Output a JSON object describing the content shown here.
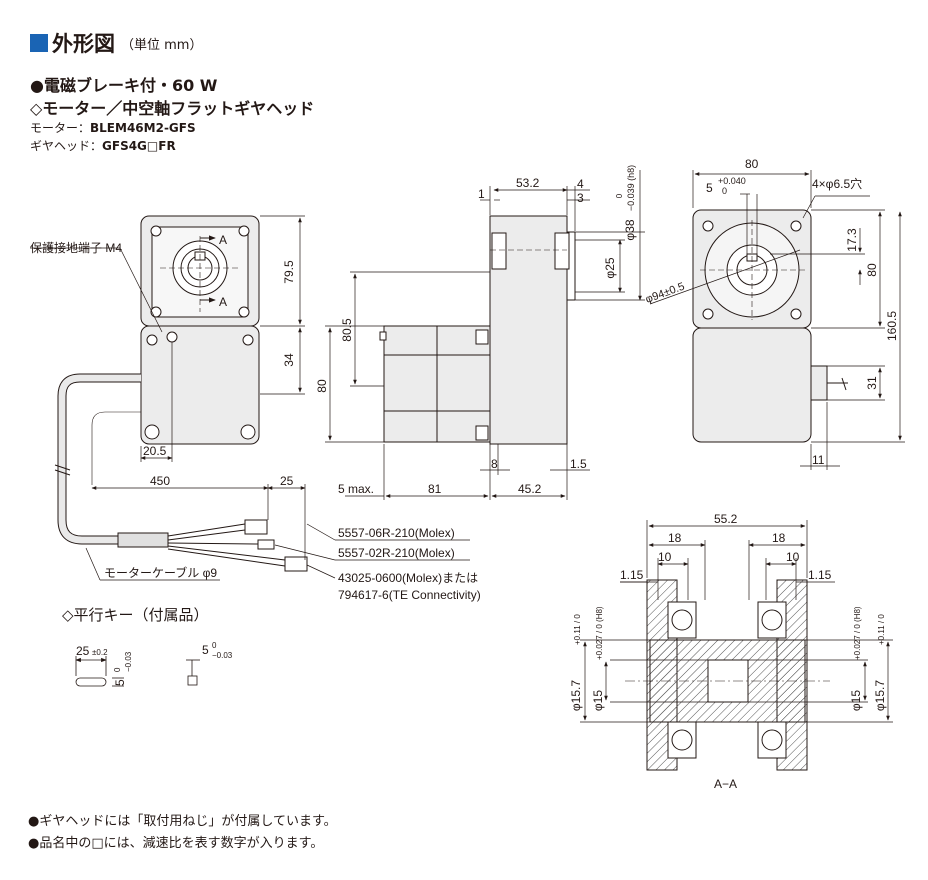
{
  "header": {
    "title": "外形図",
    "unit": "（単位 mm）",
    "bullet_title": "●電磁ブレーキ付・60 W",
    "subtitle": "◇モーター／中空軸フラットギヤヘッド",
    "motor_label": "モーター：",
    "motor_value": "BLEM46M2-GFS",
    "gear_label": "ギヤヘッド：",
    "gear_value": "GFS4G□FR"
  },
  "front_view": {
    "ground_label": "保護接地端子 M4",
    "section_a_top": "A",
    "section_a_bottom": "A",
    "dim_79_5": "79.5",
    "dim_34": "34",
    "dim_20_5": "20.5",
    "dim_450": "450",
    "dim_25": "25",
    "cable_label": "モーターケーブル φ9",
    "conn1": "5557-06R-210(Molex)",
    "conn2": "5557-02R-210(Molex)",
    "conn3a": "43025-0600(Molex)または",
    "conn3b": "794617-6(TE Connectivity)"
  },
  "side_view": {
    "dim_53_2": "53.2",
    "dim_1": "1",
    "dim_4": "4",
    "dim_3": "3",
    "dim_38": "φ38",
    "dim_38_tol": "0",
    "dim_38_tol2": "−0.039 (h8)",
    "dim_25": "φ25",
    "dim_80_5": "80.5",
    "dim_80": "80",
    "dim_8": "8",
    "dim_1_5": "1.5",
    "dim_5max": "5 max.",
    "dim_81": "81",
    "dim_45_2": "45.2"
  },
  "right_view": {
    "dim_80_top": "80",
    "dim_5": "5",
    "dim_5_tol1": "+0.040",
    "dim_5_tol2": "0",
    "holes": "4×φ6.5穴",
    "dim_17_3": "17.3",
    "dim_80_v": "80",
    "dim_94": "φ94±0.5",
    "dim_160_5": "160.5",
    "dim_31": "31",
    "dim_11": "11"
  },
  "key": {
    "title": "◇平行キー（付属品）",
    "len": "25",
    "len_tol": "±0.2",
    "w": "5",
    "w_tol1": "0",
    "w_tol2": "−0.03",
    "h": "5",
    "h_tol1": "0",
    "h_tol2": "−0.03"
  },
  "section_view": {
    "dim_55_2": "55.2",
    "dim_18a": "18",
    "dim_18b": "18",
    "dim_10a": "10",
    "dim_10b": "10",
    "dim_1_15a": "1.15",
    "dim_1_15b": "1.15",
    "dim_l_out": "φ15.7",
    "dim_l_out_tol": "+0.11 / 0",
    "dim_l_in": "φ15",
    "dim_l_in_tol": "+0.027 / 0 (H8)",
    "dim_r_in": "φ15",
    "dim_r_in_tol": "+0.027 / 0 (H8)",
    "dim_r_out": "φ15.7",
    "dim_r_out_tol": "+0.11 / 0",
    "label": "A−A"
  },
  "notes": {
    "n1": "●ギヤヘッドには「取付用ねじ」が付属しています。",
    "n2": "●品名中の□には、減速比を表す数字が入ります。"
  }
}
